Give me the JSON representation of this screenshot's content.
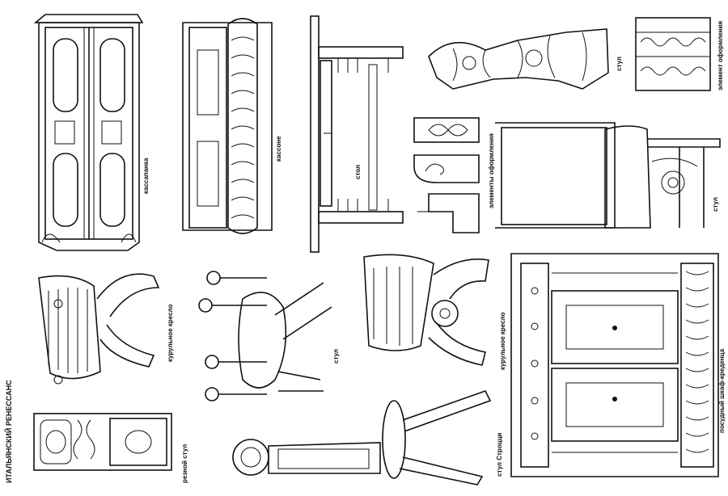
{
  "title": "ИТАЛЬЯНСКИЙ РЕНЕССАНС",
  "items": [
    {
      "label": "кассапанка"
    },
    {
      "label": "кассоне"
    },
    {
      "label": "стол"
    },
    {
      "label": "стул"
    },
    {
      "label": "элемент оформления"
    },
    {
      "label": "элементы оформления"
    },
    {
      "label": "стул"
    },
    {
      "label": "курульное кресло"
    },
    {
      "label": "стул"
    },
    {
      "label": "курульное кресло"
    },
    {
      "label": "посудный шкаф-креденца"
    },
    {
      "label": "резной стул"
    },
    {
      "label": "стул Строцци"
    }
  ]
}
